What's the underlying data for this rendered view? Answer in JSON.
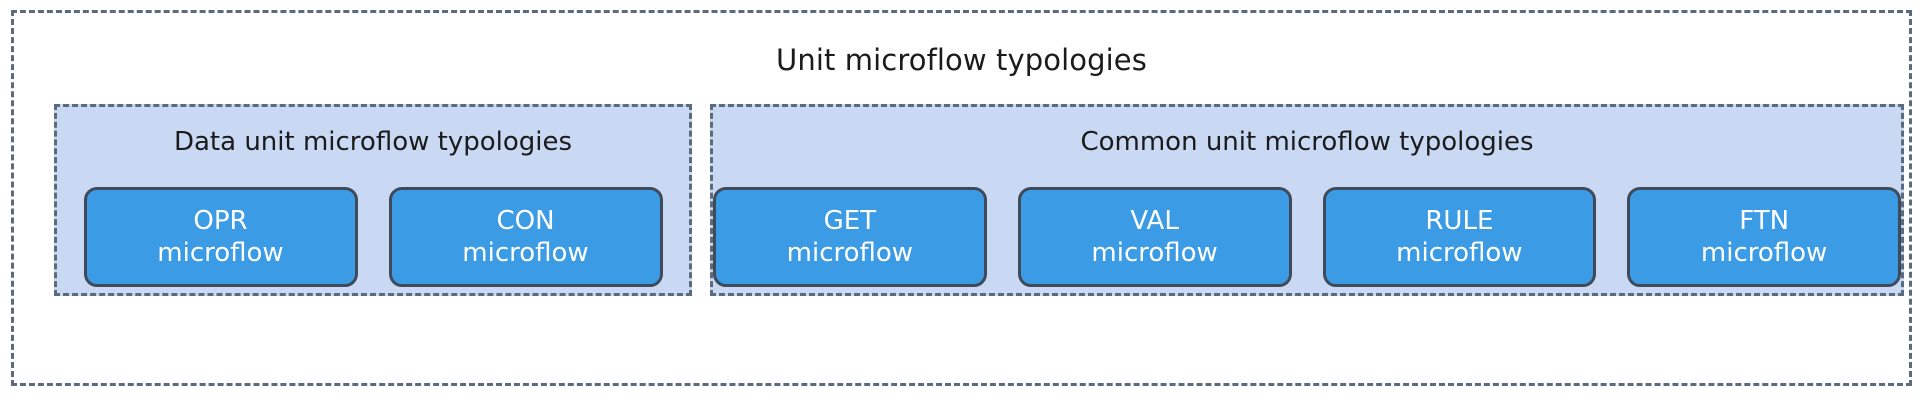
{
  "diagram": {
    "title": "Unit microflow typologies",
    "colors": {
      "frame_border": "#5b6b7b",
      "panel_fill": "#c9d9f4",
      "node_fill": "#3c9be5",
      "node_border": "#3f4b5b",
      "node_text": "#ffffff",
      "title_text": "#1b1b1b",
      "background": "#ffffff"
    },
    "groups": [
      {
        "id": "data-unit",
        "title": "Data unit microflow typologies",
        "nodes": [
          {
            "code": "OPR",
            "sub": "microflow"
          },
          {
            "code": "CON",
            "sub": "microflow"
          }
        ]
      },
      {
        "id": "common-unit",
        "title": "Common unit microflow typologies",
        "nodes": [
          {
            "code": "GET",
            "sub": "microflow"
          },
          {
            "code": "VAL",
            "sub": "microflow"
          },
          {
            "code": "RULE",
            "sub": "microflow"
          },
          {
            "code": "FTN",
            "sub": "microflow"
          }
        ]
      }
    ]
  }
}
